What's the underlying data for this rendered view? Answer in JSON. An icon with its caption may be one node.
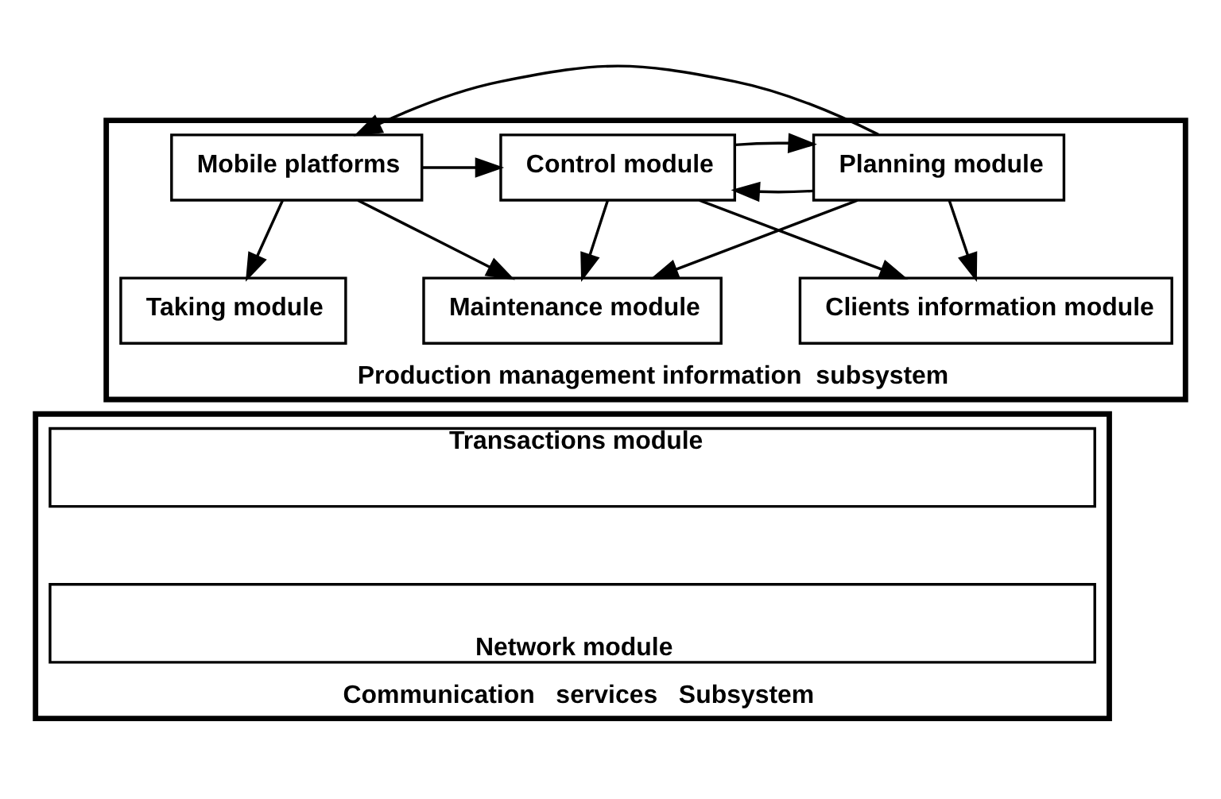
{
  "diagram": {
    "nodes": [
      {
        "text": [
          "Production management information  subsystem"
        ]
      },
      {
        "text": [
          "Mobile platforms"
        ],
        "in": 0
      },
      {
        "text": [
          "Control module"
        ],
        "in": 0
      },
      {
        "text": [
          "Planning module"
        ],
        "in": 0
      },
      {
        "text": [
          "Taking module"
        ],
        "in": 0
      },
      {
        "text": [
          "Maintenance module"
        ],
        "in": 0
      },
      {
        "text": [
          "Clients information module"
        ],
        "in": 0
      },
      {
        "text": [
          "Communication   services   Subsystem"
        ]
      },
      {
        "text": [
          "Transactions module"
        ],
        "in": 7
      },
      {
        "text": [
          "Network module"
        ],
        "in": 7
      }
    ],
    "edges": [
      {
        "from": 3,
        "to": 1,
        "arrow": "to"
      },
      {
        "from": 3,
        "to": 2,
        "arrow": "to"
      },
      {
        "from": 1,
        "to": 2,
        "arrow": "to"
      },
      {
        "from": 2,
        "to": 3,
        "arrow": "to"
      },
      {
        "from": 1,
        "to": 4,
        "arrow": "to"
      },
      {
        "from": 1,
        "to": 5,
        "arrow": "to"
      },
      {
        "from": 2,
        "to": 5,
        "arrow": "to"
      },
      {
        "from": 2,
        "to": 6,
        "arrow": "to"
      },
      {
        "from": 3,
        "to": 5,
        "arrow": "to"
      },
      {
        "from": 3,
        "to": 6,
        "arrow": "to"
      }
    ]
  }
}
